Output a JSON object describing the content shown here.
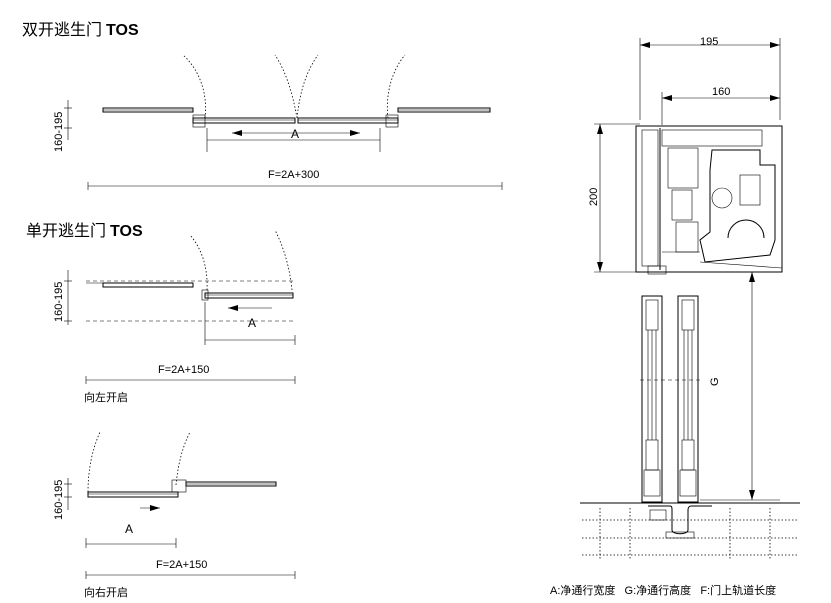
{
  "sections": {
    "double": {
      "title_cn": "双开逃生门",
      "title_en": "TOS",
      "side_dim": "160-195",
      "a_label": "A",
      "formula": "F=2A+300"
    },
    "single": {
      "title_cn": "单开逃生门",
      "title_en": "TOS",
      "side_dim": "160-195",
      "a_label": "A",
      "formula": "F=2A+150",
      "caption": "向左开启"
    },
    "single_right": {
      "side_dim": "160-195",
      "a_label": "A",
      "formula": "F=2A+150",
      "caption": "向右开启"
    }
  },
  "section_view": {
    "dim_total": "195",
    "dim_inner": "160",
    "dim_height": "200",
    "dim_g": "G"
  },
  "legend": "A:净通行宽度   G:净通行高度   F:门上轨道长度"
}
